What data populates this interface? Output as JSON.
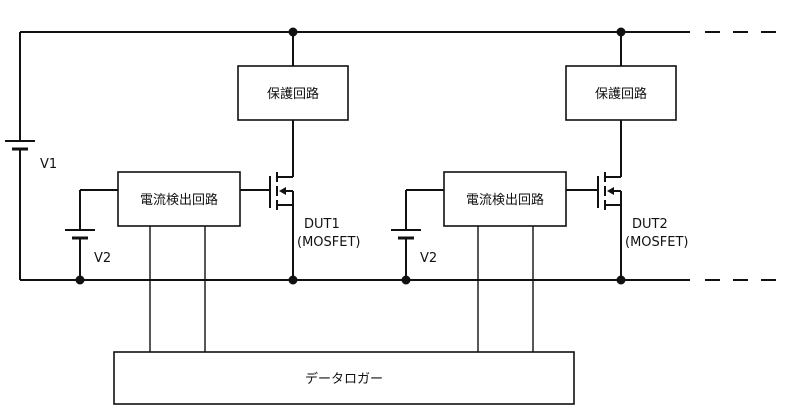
{
  "blocks": {
    "protection_1": "保護回路",
    "protection_2": "保護回路",
    "current_detect_1": "電流検出回路",
    "current_detect_2": "電流検出回路",
    "data_logger": "データロガー"
  },
  "sources": {
    "v1": "V1",
    "v2_left": "V2",
    "v2_right": "V2"
  },
  "devices": {
    "dut1_name": "DUT1",
    "dut1_type": "(MOSFET)",
    "dut2_name": "DUT2",
    "dut2_type": "(MOSFET)"
  }
}
